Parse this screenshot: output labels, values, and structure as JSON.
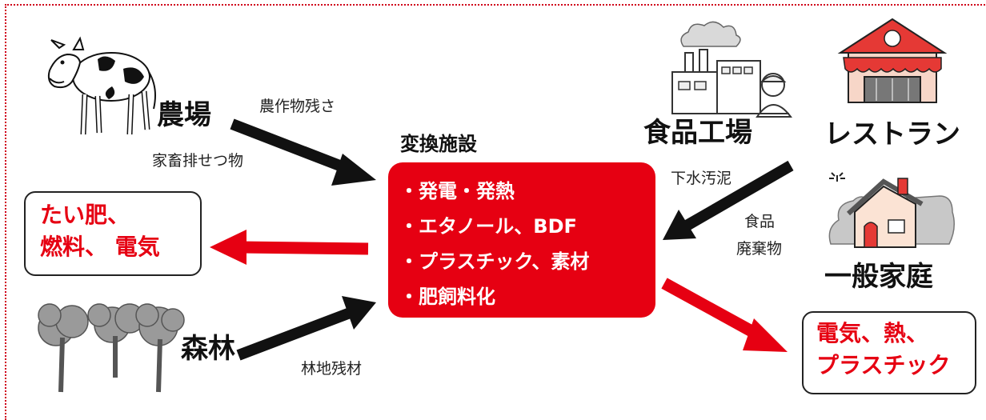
{
  "center": {
    "title": "変換施設",
    "items": [
      "・発電・発熱",
      "・エタノール、BDF",
      "・プラスチック、素材",
      "・肥飼料化"
    ]
  },
  "sources": {
    "farm": "農場",
    "forest": "森林",
    "food_factory": "食品工場",
    "restaurant": "レストラン",
    "household": "一般家庭"
  },
  "flows": {
    "crop_residue": "農作物残さ",
    "livestock_waste": "家畜排せつ物",
    "forest_residue": "林地残材",
    "sewage_sludge": "下水汚泥",
    "food_waste_line1": "食品",
    "food_waste_line2": "廃棄物"
  },
  "outputs": {
    "left": [
      "たい肥、",
      "燃料、 電気"
    ],
    "right": [
      "電気、熱、",
      "プラスチック"
    ]
  },
  "colors": {
    "accent": "#e60012",
    "arrow_dark": "#111111"
  }
}
